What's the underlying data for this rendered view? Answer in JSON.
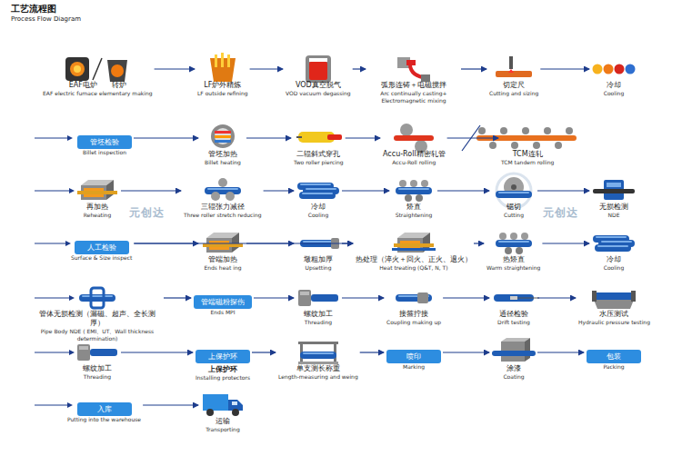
{
  "diagram": {
    "title": "工艺流程图",
    "nodes": [
      {
        "text": [
          "EAF电炉",
          "转炉",
          "EAF electric furnace elementary making"
        ]
      },
      {
        "text": [
          "LF炉外精炼",
          "LF outside refining"
        ]
      },
      {
        "text": [
          "VOD真空脱气",
          "VOD vacuum degassing"
        ]
      },
      {
        "text": [
          "弧形连铸＋电磁搅拌",
          "Arc continually casting+ Electromagnetic mixing"
        ]
      },
      {
        "text": [
          "切定尺",
          "Cutting and sizing"
        ]
      },
      {
        "text": [
          "冷却",
          "Cooling"
        ]
      },
      {
        "text": [
          "管坯检验",
          "Billet inspection"
        ]
      },
      {
        "text": [
          "管坯加热",
          "Billet heating"
        ]
      },
      {
        "text": [
          "二辊斜式穿孔",
          "Two roller piercing"
        ]
      },
      {
        "text": [
          "Accu-Roll精密轧管",
          "Accu-Roll rolling"
        ]
      },
      {
        "text": [
          "TCM连轧",
          "TCM tandem rolling"
        ]
      },
      {
        "text": [
          "再加热",
          "Reheating"
        ]
      },
      {
        "text": [
          "三辊张力减径",
          "Three roller stretch reducing"
        ]
      },
      {
        "text": [
          "冷却",
          "Cooling"
        ]
      },
      {
        "text": [
          "矫直",
          "Straightening"
        ]
      },
      {
        "text": [
          "锯切",
          "Cutting"
        ]
      },
      {
        "text": [
          "无损检测",
          "NDE"
        ]
      },
      {
        "text": [
          "人工检验",
          "Surface & Size inspect"
        ]
      },
      {
        "text": [
          "管端加热",
          "Ends heat ing"
        ]
      },
      {
        "text": [
          "墩粗加厚",
          "Upsetting"
        ]
      },
      {
        "text": [
          "热处理（淬火＋回火、正火、退火）",
          "Heat treating (Q&T, N, T)"
        ]
      },
      {
        "text": [
          "热矫直",
          "Warm straightening"
        ]
      },
      {
        "text": [
          "冷却",
          "Cooling"
        ]
      },
      {
        "text": [
          "管体无损检测（漏磁、超声、全长测厚）",
          "Pipe Body NDE ( EMI、UT、Wall thickness determination)"
        ]
      },
      {
        "text": [
          "管端磁粉探伤",
          "Ends MPI"
        ]
      },
      {
        "text": [
          "螺纹加工",
          "Threading"
        ]
      },
      {
        "text": [
          "接箍拧接",
          "Coupling making up"
        ]
      },
      {
        "text": [
          "通径检验",
          "Drift testing"
        ]
      },
      {
        "text": [
          "水压测试",
          "Hydraulic pressure testing"
        ]
      },
      {
        "text": [
          "螺纹加工",
          "Threading"
        ]
      },
      {
        "text": [
          "上保护环",
          "上保护环",
          "Installing protectors"
        ]
      },
      {
        "text": [
          "单支测长称重",
          "Length-measuring and weing"
        ]
      },
      {
        "text": [
          "喷印",
          "Marking"
        ]
      },
      {
        "text": [
          "涂漆",
          "Coating"
        ]
      },
      {
        "text": [
          "包装",
          "Packing"
        ]
      },
      {
        "text": [
          "入库",
          "Putting into the warehouse"
        ]
      },
      {
        "text": [
          "运输",
          "Transporting"
        ]
      }
    ],
    "edges": [
      {
        "from": 0,
        "to": 1,
        "arrow": "to"
      },
      {
        "from": 1,
        "to": 2,
        "arrow": "to"
      },
      {
        "from": 2,
        "to": 3,
        "arrow": "to"
      },
      {
        "from": 3,
        "to": 4,
        "arrow": "to"
      },
      {
        "from": 4,
        "to": 5,
        "arrow": "to"
      },
      {
        "from": 6,
        "to": 7,
        "arrow": "to"
      },
      {
        "from": 7,
        "to": 8,
        "arrow": "to"
      },
      {
        "from": 8,
        "to": 9,
        "arrow": "to"
      },
      {
        "from": 9,
        "to": 10,
        "arrow": "to"
      },
      {
        "from": 11,
        "to": 12,
        "arrow": "to"
      },
      {
        "from": 12,
        "to": 13,
        "arrow": "to"
      },
      {
        "from": 13,
        "to": 14,
        "arrow": "to"
      },
      {
        "from": 14,
        "to": 15,
        "arrow": "to"
      },
      {
        "from": 15,
        "to": 16,
        "arrow": "to"
      },
      {
        "from": 17,
        "to": 18,
        "arrow": "to"
      },
      {
        "from": 18,
        "to": 19,
        "arrow": "to"
      },
      {
        "from": 19,
        "to": 20,
        "arrow": "to"
      },
      {
        "from": 20,
        "to": 21,
        "arrow": "to"
      },
      {
        "from": 21,
        "to": 22,
        "arrow": "to"
      },
      {
        "from": 17,
        "to": 20,
        "arrow": "to"
      },
      {
        "from": 23,
        "to": 24,
        "arrow": "to"
      },
      {
        "from": 24,
        "to": 25,
        "arrow": "to"
      },
      {
        "from": 25,
        "to": 26,
        "arrow": "to"
      },
      {
        "from": 26,
        "to": 27,
        "arrow": "to"
      },
      {
        "from": 27,
        "to": 28,
        "arrow": "to"
      },
      {
        "from": 29,
        "to": 30,
        "arrow": "to"
      },
      {
        "from": 30,
        "to": 31,
        "arrow": "to"
      },
      {
        "from": 31,
        "to": 32,
        "arrow": "to"
      },
      {
        "from": 32,
        "to": 33,
        "arrow": "to"
      },
      {
        "from": 33,
        "to": 34,
        "arrow": "to"
      },
      {
        "from": 35,
        "to": 36,
        "arrow": "to"
      }
    ],
    "labels": [
      "Process Flow Diagram",
      "元创达",
      "元创达"
    ]
  }
}
